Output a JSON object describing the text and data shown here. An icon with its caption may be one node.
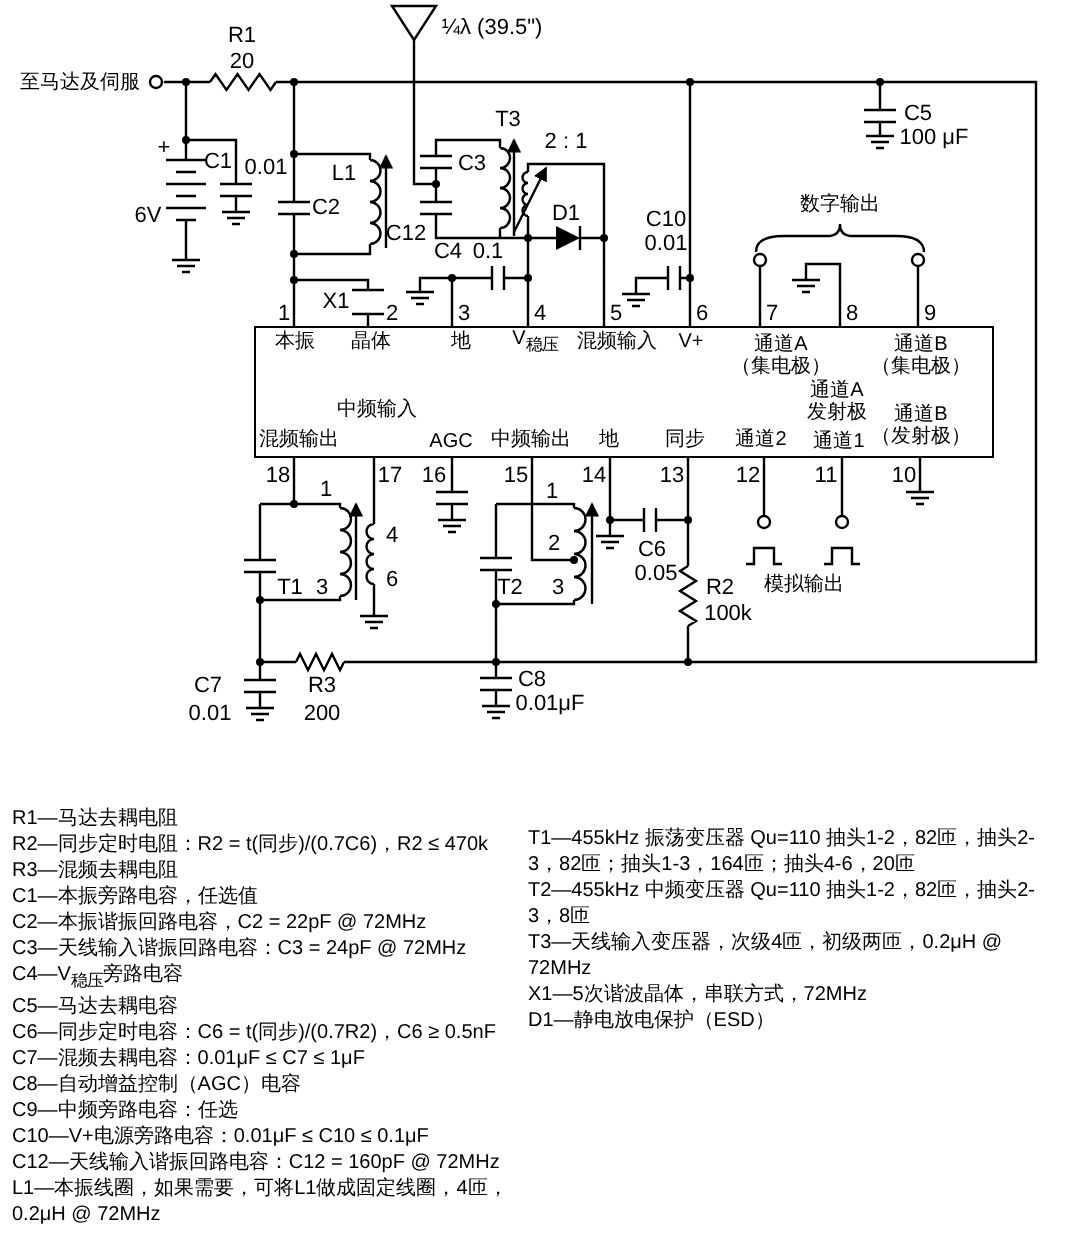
{
  "diagram": {
    "nodes": [
      {
        "text": [
          "本振",
          "晶体",
          "地",
          "V$_{稳压}$",
          "混频输入",
          "V+",
          "通道A（集电极）",
          "通道A发射极",
          "通道B（集电极）",
          "混频输出",
          "中频输入",
          "AGC",
          "中频输出",
          "地",
          "同步",
          "通道2",
          "通道1",
          "通道B（发射极）"
        ],
        "beside": [
          "1",
          "2",
          "3",
          "4",
          "5",
          "6",
          "7",
          "8",
          "9",
          "18",
          "17",
          "16",
          "15",
          "14",
          "13",
          "12",
          "11",
          "10"
        ]
      }
    ],
    "labels": [
      "R1",
      "20",
      "¼λ (39.5\")",
      "至马达及伺服",
      "C5",
      "100 μF",
      "T3",
      "2 : 1",
      "+",
      "C1",
      "0.01",
      "L1",
      "C3",
      "6V",
      "C2",
      "D1",
      "C10",
      "数字输出",
      "C12",
      "0.01",
      "C4",
      "0.1",
      "X1",
      "1",
      "1",
      "4",
      "2",
      "C6",
      "0.05",
      "T1",
      "3",
      "6",
      "T2",
      "3",
      "R2",
      "模拟输出",
      "100k",
      "C7",
      "R3",
      "C8",
      "0.01",
      "200",
      "0.01μF",
      "R1—马达去耦电阻",
      "R2—同步定时电阻：R2 = t(同步)/(0.7C6)，R2 ≤ 470k",
      "R3—混频去耦电阻",
      "C1—本振旁路电容，任选值",
      "C2—本振谐振回路电容，C2 = 22pF @ 72MHz",
      "C3—天线输入谐振回路电容：C3 = 24pF @ 72MHz",
      "C4—V$_{稳压}$旁路电容",
      "C5—马达去耦电容",
      "C6—同步定时电容：C6 = t(同步)/(0.7R2)，C6 ≥ 0.5nF",
      "C7—混频去耦电容：0.01μF ≤ C7 ≤ 1μF",
      "C8—自动增益控制（AGC）电容",
      "C9—中频旁路电容：任选",
      "C10—V+电源旁路电容：0.01μF ≤ C10 ≤ 0.1μF",
      "C12—天线输入谐振回路电容：C12 = 160pF @ 72MHz",
      "L1—本振线圈，如果需要，可将L1做成固定线圈，4匝，0.2μH @ 72MHz",
      "T1—455kHz 振荡变压器 Qu=110 抽头1-2，82匝，抽头2-3，82匝；抽头1-3，164匝；抽头4-6，20匝",
      "T2—455kHz 中频变压器 Qu=110 抽头1-2，82匝，抽头2-3，8匝",
      "T3—天线输入变压器，次级4匝，初级两匝，0.2μH @ 72MHz",
      "X1—5次谐波晶体，串联方式，72MHz",
      "D1—静电放电保护（ESD）"
    ]
  }
}
